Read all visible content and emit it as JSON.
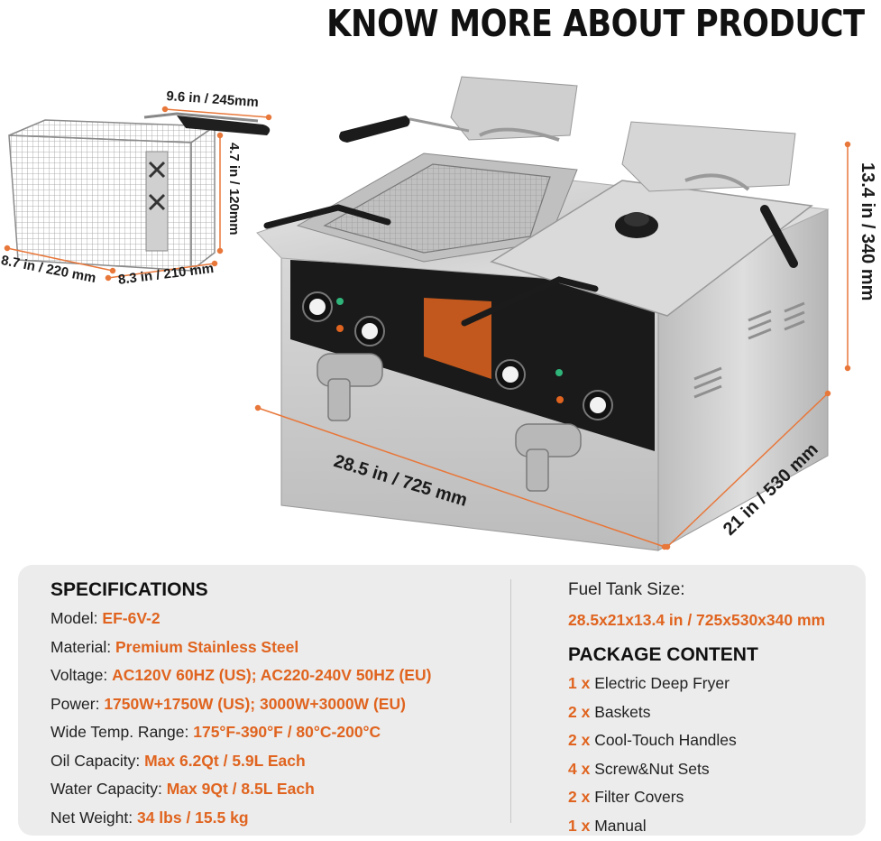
{
  "headline": "KNOW MORE ABOUT PRODUCT",
  "basket_dimensions": {
    "width": "9.6 in / 245mm",
    "height": "4.7 in / 120mm",
    "depth": "8.7 in / 220 mm",
    "length": "8.3 in / 210 mm"
  },
  "fryer_dimensions": {
    "width": "28.5 in / 725 mm",
    "depth": "21 in / 530 mm",
    "height": "13.4 in / 340 mm"
  },
  "specifications": {
    "heading": "SPECIFICATIONS",
    "rows": [
      {
        "label": "Model: ",
        "value": "EF-6V-2"
      },
      {
        "label": "Material: ",
        "value": "Premium Stainless Steel"
      },
      {
        "label": "Voltage: ",
        "value": "AC120V 60HZ (US); AC220-240V 50HZ (EU)"
      },
      {
        "label": "Power: ",
        "value": "1750W+1750W (US); 3000W+3000W (EU)"
      },
      {
        "label": "Wide Temp. Range: ",
        "value": "175°F-390°F / 80°C-200°C"
      },
      {
        "label": "Oil Capacity: ",
        "value": "Max 6.2Qt / 5.9L Each"
      },
      {
        "label": "Water Capacity: ",
        "value": "Max 9Qt / 8.5L Each"
      },
      {
        "label": "Net Weight: ",
        "value": "34 lbs / 15.5 kg"
      }
    ]
  },
  "fuel_tank": {
    "label": "Fuel Tank Size:",
    "value": "28.5x21x13.4 in / 725x530x340 mm"
  },
  "package_content": {
    "heading": "PACKAGE CONTENT",
    "items": [
      {
        "qty": "1 x",
        "name": " Electric Deep Fryer"
      },
      {
        "qty": "2 x",
        "name": " Baskets"
      },
      {
        "qty": "2 x",
        "name": " Cool-Touch Handles"
      },
      {
        "qty": "4 x",
        "name": " Screw&Nut Sets"
      },
      {
        "qty": "2 x",
        "name": " Filter Covers"
      },
      {
        "qty": "1 x",
        "name": " Manual"
      }
    ]
  },
  "colors": {
    "accent": "#e0641f",
    "panel_bg": "#ececec",
    "steel": "#c9c9c9"
  }
}
